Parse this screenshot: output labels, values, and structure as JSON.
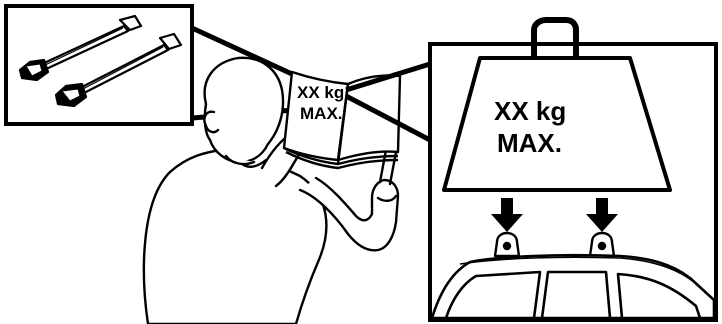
{
  "book_label": {
    "line1": "XX kg",
    "line2": "MAX."
  },
  "weight_label": {
    "line1": "XX kg",
    "line2": "MAX."
  },
  "colors": {
    "ink": "#000000",
    "paper": "#ffffff"
  }
}
